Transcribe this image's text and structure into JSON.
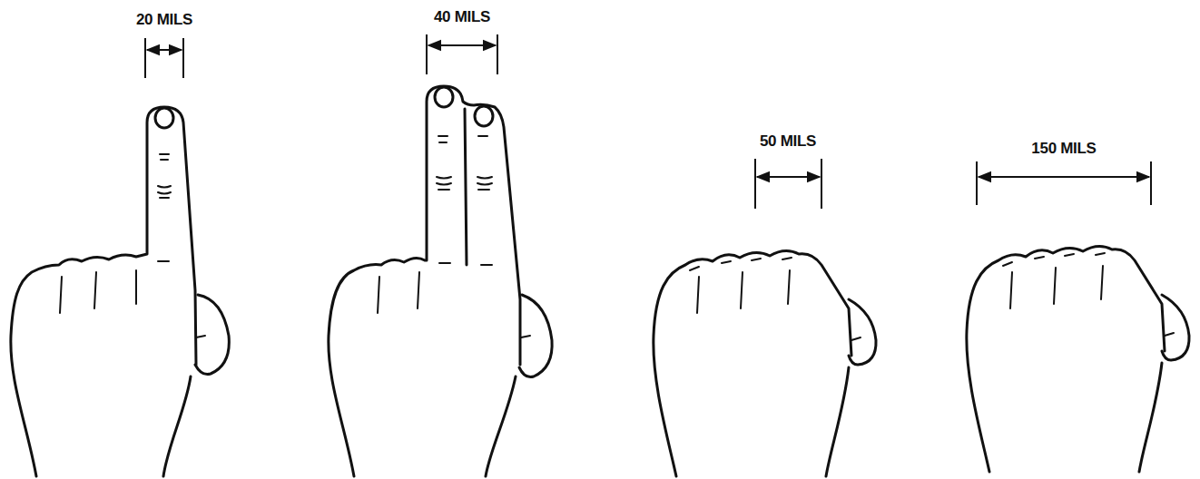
{
  "diagram": {
    "labels": [
      "20 MILS",
      "40 MILS",
      "50 MILS",
      "150 MILS"
    ]
  }
}
